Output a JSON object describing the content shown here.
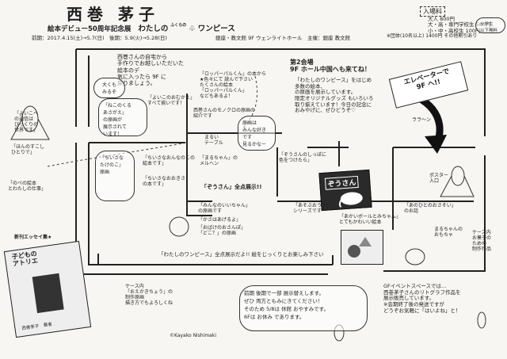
{
  "header": {
    "artist_name": "西巻 茅子",
    "subtitle_prefix": "絵本デビュー50周年記念展",
    "subtitle_main": "わたしの",
    "subtitle_main_ruby": "ふくらの",
    "subtitle_tail": "ワンピース",
    "period_line": "前期：2017.4.15(土)→5.7(日)　後期：5.9(火)→5.28(日)",
    "venue_line": "銀座・教文館 9F ウェンライトホール　主催：銀座 教文館",
    "admission": {
      "heading": "入場料",
      "rows": [
        "大人 800円",
        "大・高・専門学校生 500円",
        "小・中・高校生 100円"
      ],
      "group": "※団体(10名以上) 1400円 その他割引あり"
    },
    "corner_stamp": "小学生\n以下無料"
  },
  "notes": {
    "top_left": "西巻さんの自宅から\n手作りでお越しいただいた\n絵本のデ\n気に入ったら 9F に\n戻りましょう。",
    "bubble_kumo": "大くも\nみるぞ",
    "left_bubble": "「ねこのくる\nあさがえ」\nの原画が\n展示されて\nいます！",
    "left_mid": "「よいこのおむかえ」\nすべて揃いです！",
    "left_books": "「ほんのすこし\nひとりで」",
    "left_low": "「よいこへ\nの通信は\nびっくりの\n世界です」",
    "left_last": "「のべの絵本\nとわたしの仕事」",
    "center_top": "「ロッパーパルくん」の本から\n★色々にて 読んで下さい\nたくさんの絵本\n「ロッパーパルくん」\nなどもあるよ！",
    "center_sketch": "西巻さんのモノクロの原画の\n紹介です",
    "center_right": "原画は\nみんな好き\nです\n見るかなー",
    "center_cart": "まるい\nテーブル",
    "hall_title": "第2会場\n9F ホール中国へも来てね！",
    "hall_body": "「わたしのワンピース」をはじめ\n多数の絵本、\nの原画を展示しています。\n限定オリジナルグッズ もいろいろ\n取り揃えています！今日の記念に\nおみやげに、ぜひどうぞ♡",
    "elevator_bubble": "エレベーターで\n9F へ!!",
    "elevator_caption": "ララ〜ン",
    "right_entrance": "ポスター\n入口",
    "middle_left_big": "「ちいさな\nたけのこ」\n原画",
    "middle_area_a": "「ちいさなおんなのこの\n絵本です」",
    "middle_area_b": "「ちいさなおおきさ\nの本です」",
    "middle_bridge": "「まるちゃん」の\nメルヘン",
    "middle_book_label": "「ぞうさん」全点展示!!",
    "middle_center_note": "「ぞうさんのしっぽに\n色をつけたら」",
    "middle_right_book": "ぞうさん",
    "middle_center_1": "「みんなのいいちゃん」\nの原画です",
    "middle_center_2": "「かさはあげるよ」",
    "middle_center_3": "「おばけのおさんぽ」\n「どこ？」の原画",
    "middle_center_4": "「あそぶおうち」\nシリーズです",
    "middle_right_1": "「あかいボールとみちゃん」\nとてもかわいい絵本",
    "middle_right_2": "「あのひとのおさそい」\nのお話",
    "middle_bottom_banner": "「わたしのワンピース」全点展示だよ!! 絵をじっくりとお楽しみ下さい",
    "right_side_1": "まるちゃんの\nおもちゃ",
    "right_side_2": "ケース内\nお菓子の\nための\n制作作品",
    "left_case": "ケース内\n「おえかきちょう」の\n制作原画\n描き方でもよろしくね",
    "bottom_center_note": "前期 後期で一部 展示替えします。\nぜひ 両方ともみにきてください！\nそのため 5/8は 休館 おやすみです。\n6Fは お休み であります。",
    "bottom_right_note": "GFイベントスペースでは…\n西巻茅子さんのリトグラフ作品を\n展示販売しています。\n※会期終了後の発送ですが\nどうぞお気軽に「はいよね」と！",
    "copyright": "©Kayako Nishimaki",
    "book_title": "子どもの\nアトリエ",
    "book_caption": "新刊エッセイ集★",
    "book_footer": "西巻茅子　著者"
  }
}
